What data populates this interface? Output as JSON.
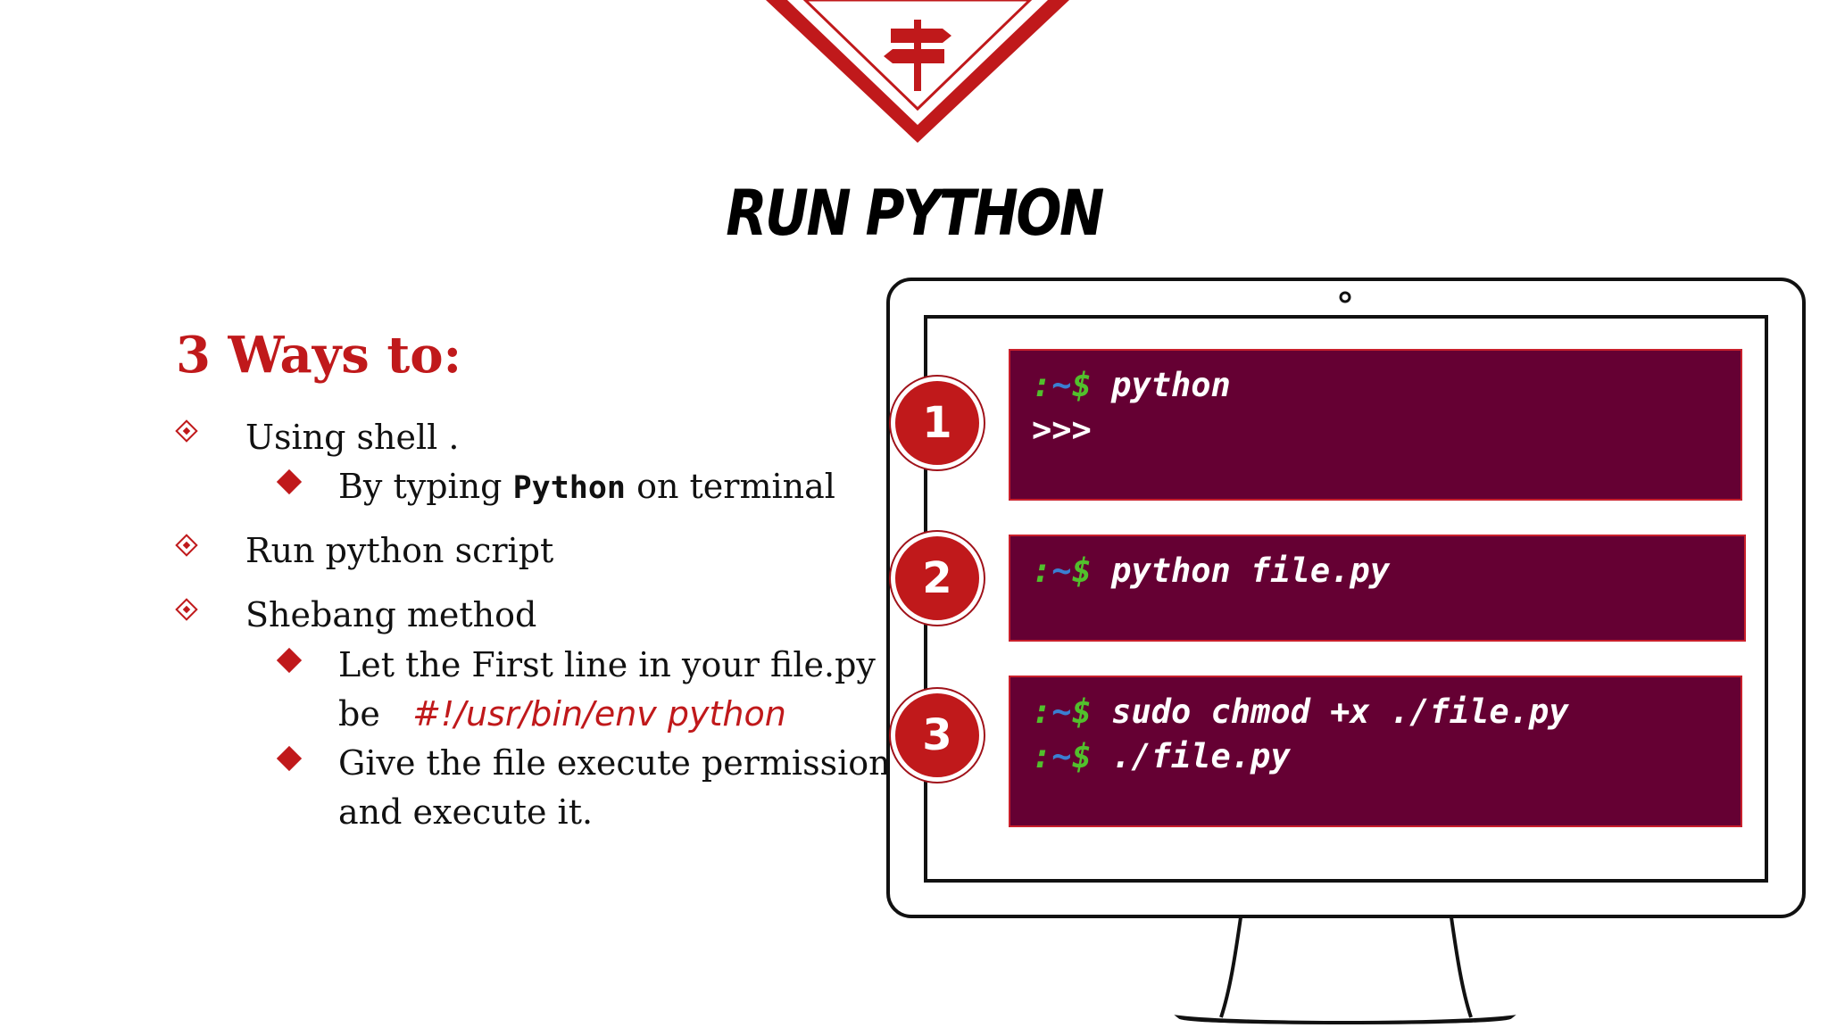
{
  "slide": {
    "title": "RUN PYTHON",
    "heading": "3 Ways to:",
    "items": [
      {
        "text": "Using shell ."
      },
      {
        "sub_prefix": "By typing ",
        "sub_code": "Python",
        "sub_suffix": " on terminal"
      },
      {
        "text": "Run python script"
      },
      {
        "text": "Shebang method"
      },
      {
        "sub_line1": "Let the First line in your file.py",
        "sub_line2_prefix": "be",
        "sub_line2_code": "#!/usr/bin/env python"
      },
      {
        "sub_line1": "Give the file execute permission",
        "sub_line2": "and execute it."
      }
    ]
  },
  "terminals": [
    {
      "badge": "1",
      "lines": [
        {
          "prompt": true,
          "cmd": "python"
        },
        {
          "prompt": false,
          "cmd": ">>>"
        }
      ]
    },
    {
      "badge": "2",
      "lines": [
        {
          "prompt": true,
          "cmd": "python file.py"
        }
      ]
    },
    {
      "badge": "3",
      "lines": [
        {
          "prompt": true,
          "cmd": "sudo chmod +x ./file.py"
        },
        {
          "prompt": true,
          "cmd": "./file.py"
        }
      ]
    }
  ],
  "prompt": {
    "colon": ":",
    "tilde": "~",
    "dollar": "$"
  },
  "icons": {
    "emblem": "signpost-icon"
  },
  "colors": {
    "accent": "#c0191b",
    "terminal_bg": "#650033",
    "prompt_green": "#51c02c",
    "prompt_blue": "#3a7fd2"
  }
}
